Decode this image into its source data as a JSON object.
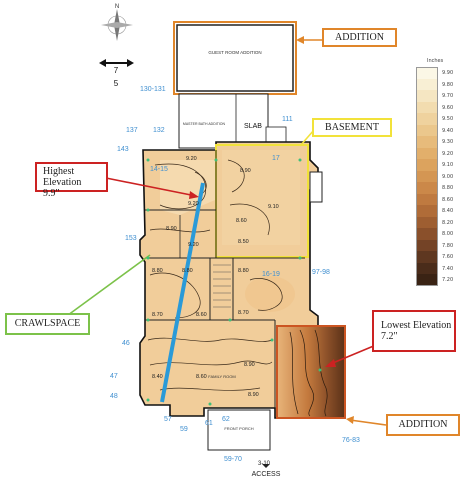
{
  "compass": {
    "label": "N"
  },
  "scale": {
    "top": "7",
    "bottom": "5"
  },
  "callouts": {
    "addition_top": "ADDITION",
    "basement": "BASEMENT",
    "highest_line1": "Highest Elevation",
    "highest_line2": "9.9\"",
    "crawlspace": "CRAWLSPACE",
    "lowest_line1": "Lowest Elevation",
    "lowest_line2": "7.2\"",
    "addition_bottom": "ADDITION"
  },
  "rooms": {
    "guest": "GUEST ROOM ADDITION",
    "master": "MASTER BATH ADDITION",
    "slab": "SLAB",
    "family": "FAMILY ROOM",
    "front_porch": "FRONT PORCH",
    "access": "ACCESS"
  },
  "point_labels": [
    "130-131",
    "137",
    "132",
    "143",
    "111",
    "14-15",
    "17",
    "153",
    "16-19",
    "97-98",
    "46",
    "47",
    "48",
    "57",
    "59",
    "61",
    "62",
    "59-70",
    "3-10",
    "76-83"
  ],
  "elevation_values": [
    "9.20",
    "8.90",
    "9.20",
    "9.10",
    "8.90",
    "8.60",
    "9.20",
    "8.50",
    "8.80",
    "8.80",
    "8.80",
    "8.70",
    "8.70",
    "8.60",
    "8.40",
    "8.60",
    "8.90",
    "8.90"
  ],
  "legend": {
    "title": "Inches",
    "entries": [
      {
        "label": "9.90",
        "color": "#fbf7e6"
      },
      {
        "label": "9.80",
        "color": "#f8efd4"
      },
      {
        "label": "9.70",
        "color": "#f5e6c2"
      },
      {
        "label": "9.60",
        "color": "#f2dcaf"
      },
      {
        "label": "9.50",
        "color": "#efd29e"
      },
      {
        "label": "9.40",
        "color": "#ebc78c"
      },
      {
        "label": "9.30",
        "color": "#e7bb7b"
      },
      {
        "label": "9.20",
        "color": "#e2af6b"
      },
      {
        "label": "9.10",
        "color": "#dca35e"
      },
      {
        "label": "9.00",
        "color": "#d49653"
      },
      {
        "label": "8.80",
        "color": "#cb8849"
      },
      {
        "label": "8.60",
        "color": "#bf7a40"
      },
      {
        "label": "8.40",
        "color": "#b06c38"
      },
      {
        "label": "8.20",
        "color": "#9e5e31"
      },
      {
        "label": "8.00",
        "color": "#8a502b"
      },
      {
        "label": "7.80",
        "color": "#744326"
      },
      {
        "label": "7.60",
        "color": "#5e3720"
      },
      {
        "label": "7.40",
        "color": "#4a2c1a"
      },
      {
        "label": "7.20",
        "color": "#3a2314"
      }
    ]
  },
  "colors": {
    "addition_box": "#e0862a",
    "basement_box": "#f2e23a",
    "highest_box": "#cc2222",
    "crawlspace_box": "#7cc24a",
    "lowest_box": "#cc2222",
    "blue_line": "#2a9ad8",
    "point_label": "#3f8fd0",
    "floor_fill": "#f1cd9a"
  }
}
